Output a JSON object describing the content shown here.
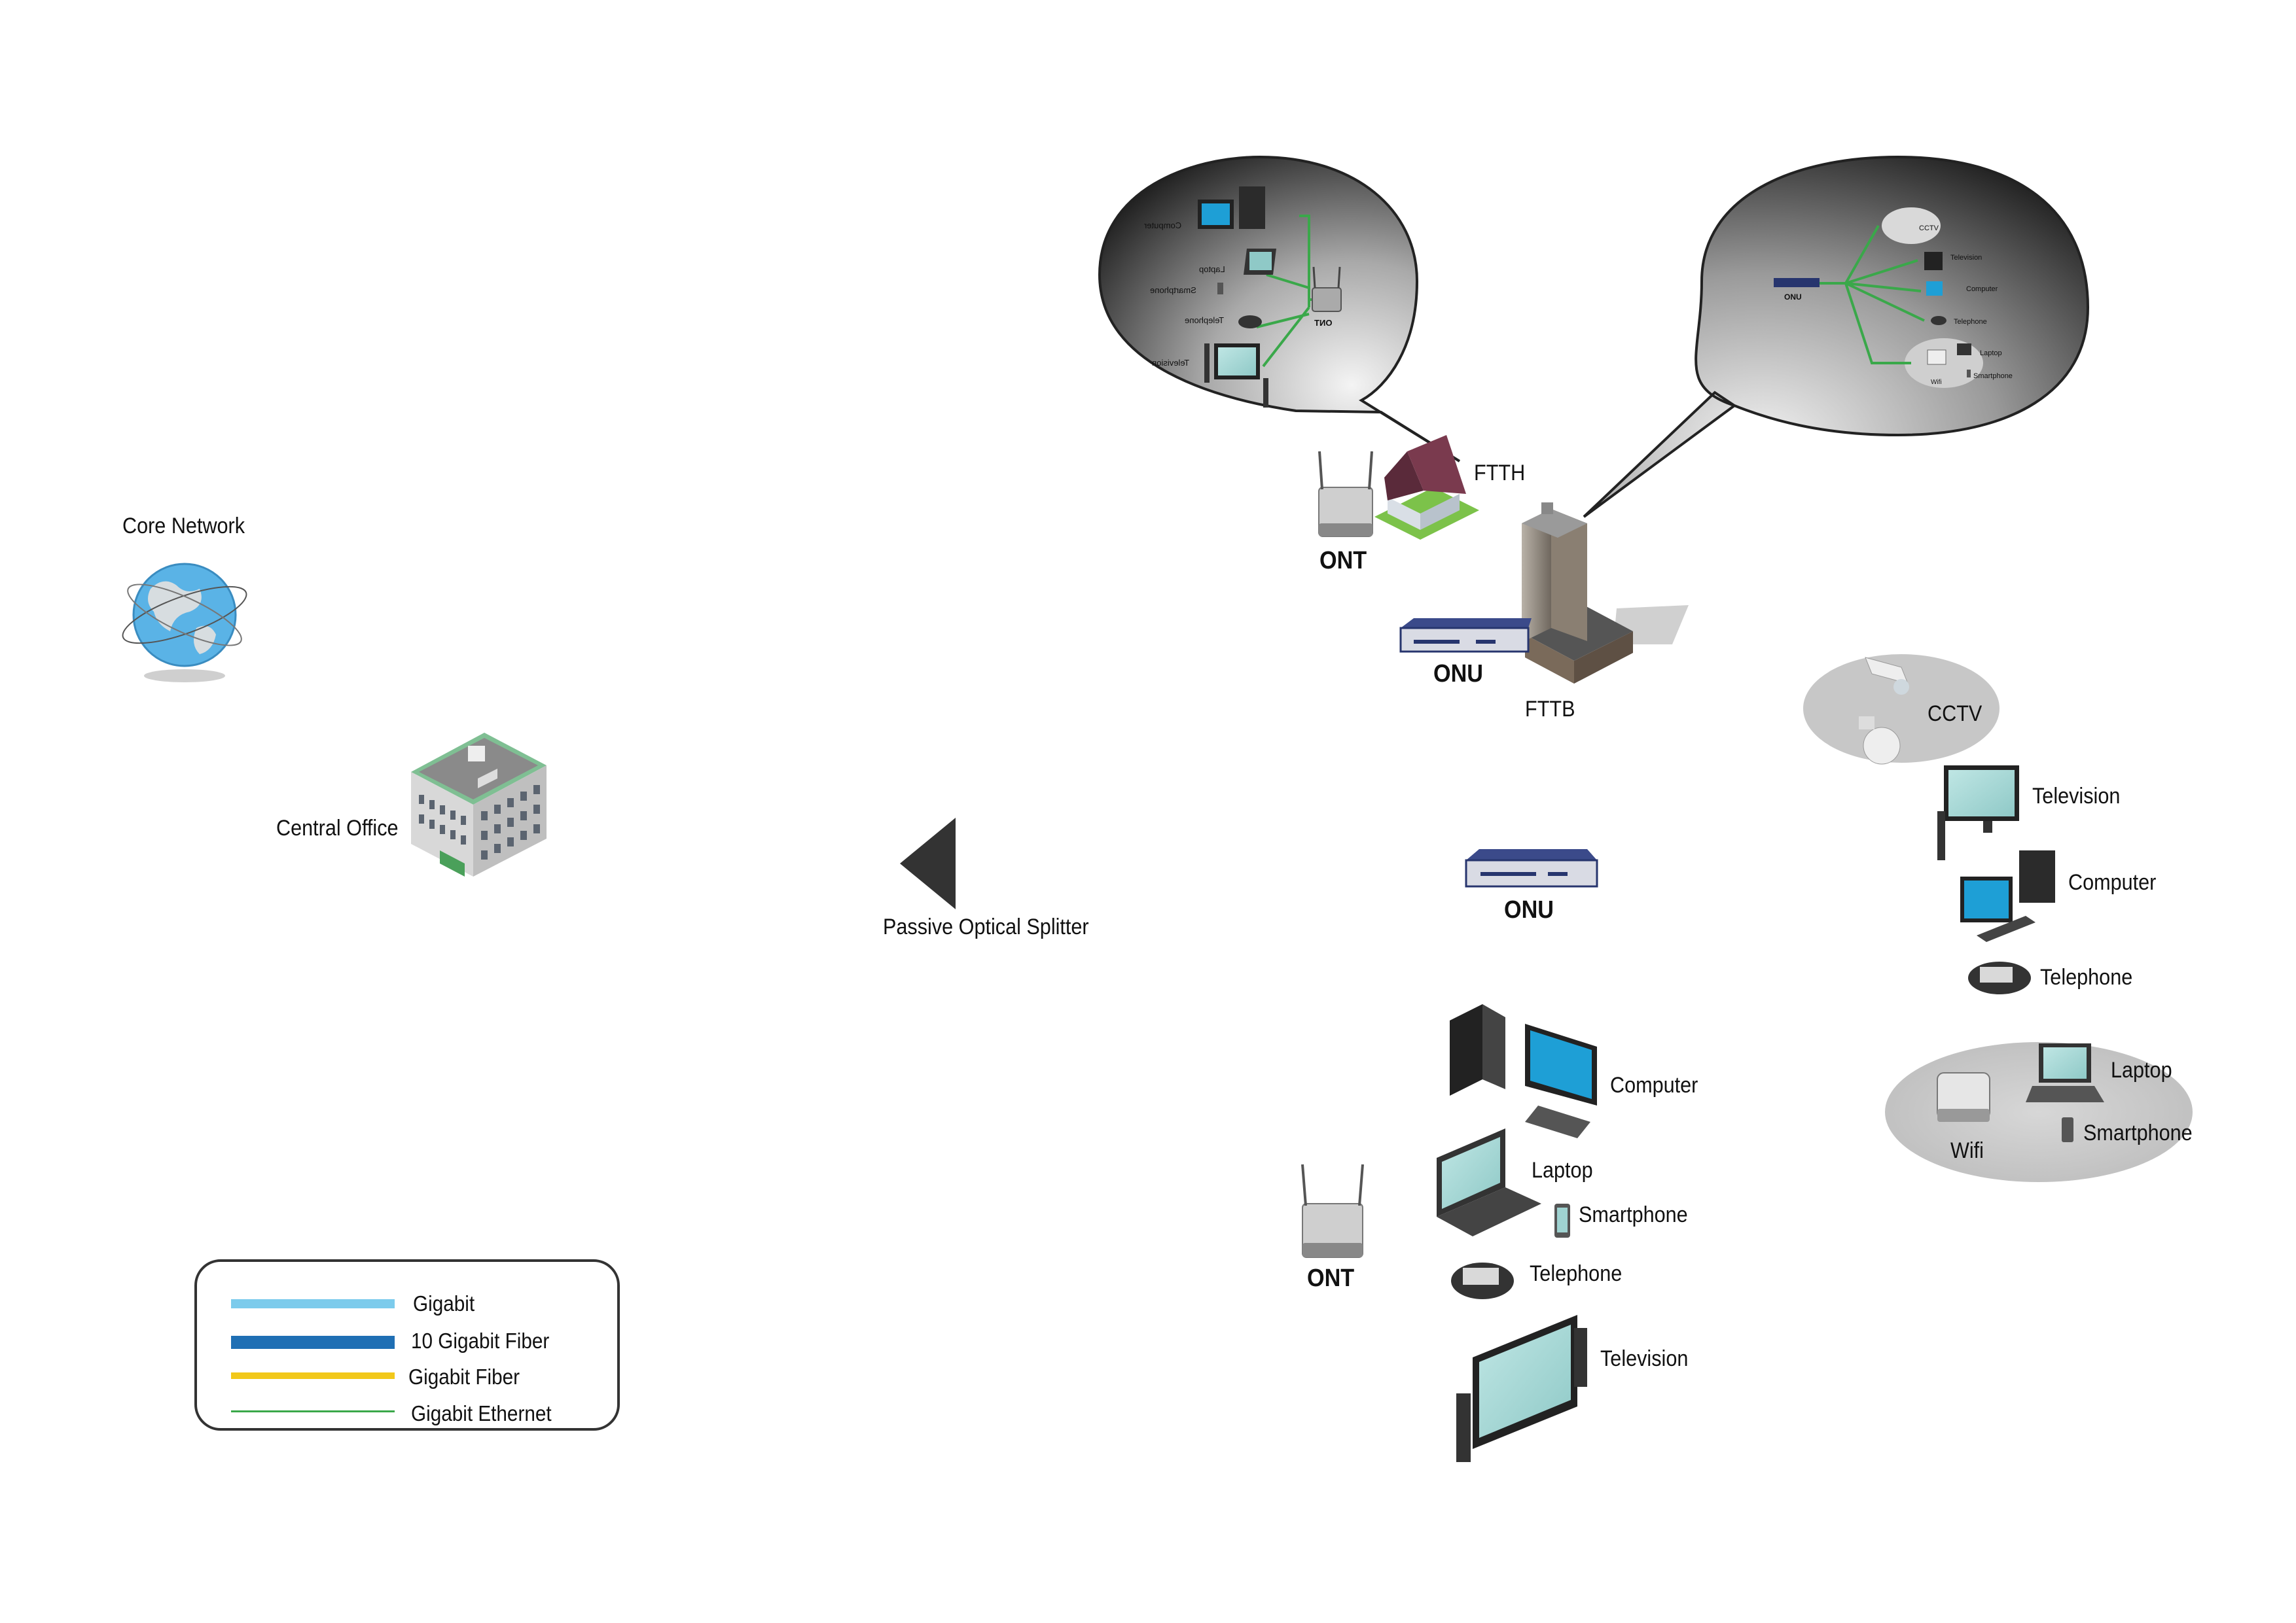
{
  "diagram": {
    "core_network": "Core Network",
    "central_office": "Central Office",
    "splitter": "Passive Optical Splitter",
    "ftth": "FTTH",
    "fttb": "FTTB",
    "ont_top": "ONT",
    "onu_top": "ONU",
    "onu_mid": "ONU",
    "ont_bottom": "ONT"
  },
  "callout_ftth": {
    "computer": "Computer",
    "laptop": "Laptop",
    "smartphone": "Smartphone",
    "telephone": "Telephone",
    "television": "Television",
    "ont": "ONT"
  },
  "callout_fttb": {
    "cctv": "CCTV",
    "television": "Television",
    "onu": "ONU",
    "computer": "Computer",
    "telephone": "Telephone",
    "laptop": "Laptop",
    "wifi": "Wifi",
    "smartphone": "Smartphone"
  },
  "right_group": {
    "cctv": "CCTV",
    "television": "Television",
    "computer": "Computer",
    "telephone": "Telephone",
    "laptop": "Laptop",
    "wifi": "Wifi",
    "smartphone": "Smartphone"
  },
  "bottom_group": {
    "computer": "Computer",
    "laptop": "Laptop",
    "smartphone": "Smartphone",
    "telephone": "Telephone",
    "television": "Television"
  },
  "legend": {
    "items": [
      {
        "label": "Gigabit",
        "color": "#7ccbec"
      },
      {
        "label": "10 Gigabit Fiber",
        "color": "#1f6fb4"
      },
      {
        "label": "Gigabit Fiber",
        "color": "#f2c81a"
      },
      {
        "label": "Gigabit Ethernet",
        "color": "#3aa84a"
      }
    ]
  },
  "colors": {
    "ethernet_green": "#3aa84a",
    "device_blue": "#27356e",
    "screen_blue": "#1e9fd6"
  }
}
